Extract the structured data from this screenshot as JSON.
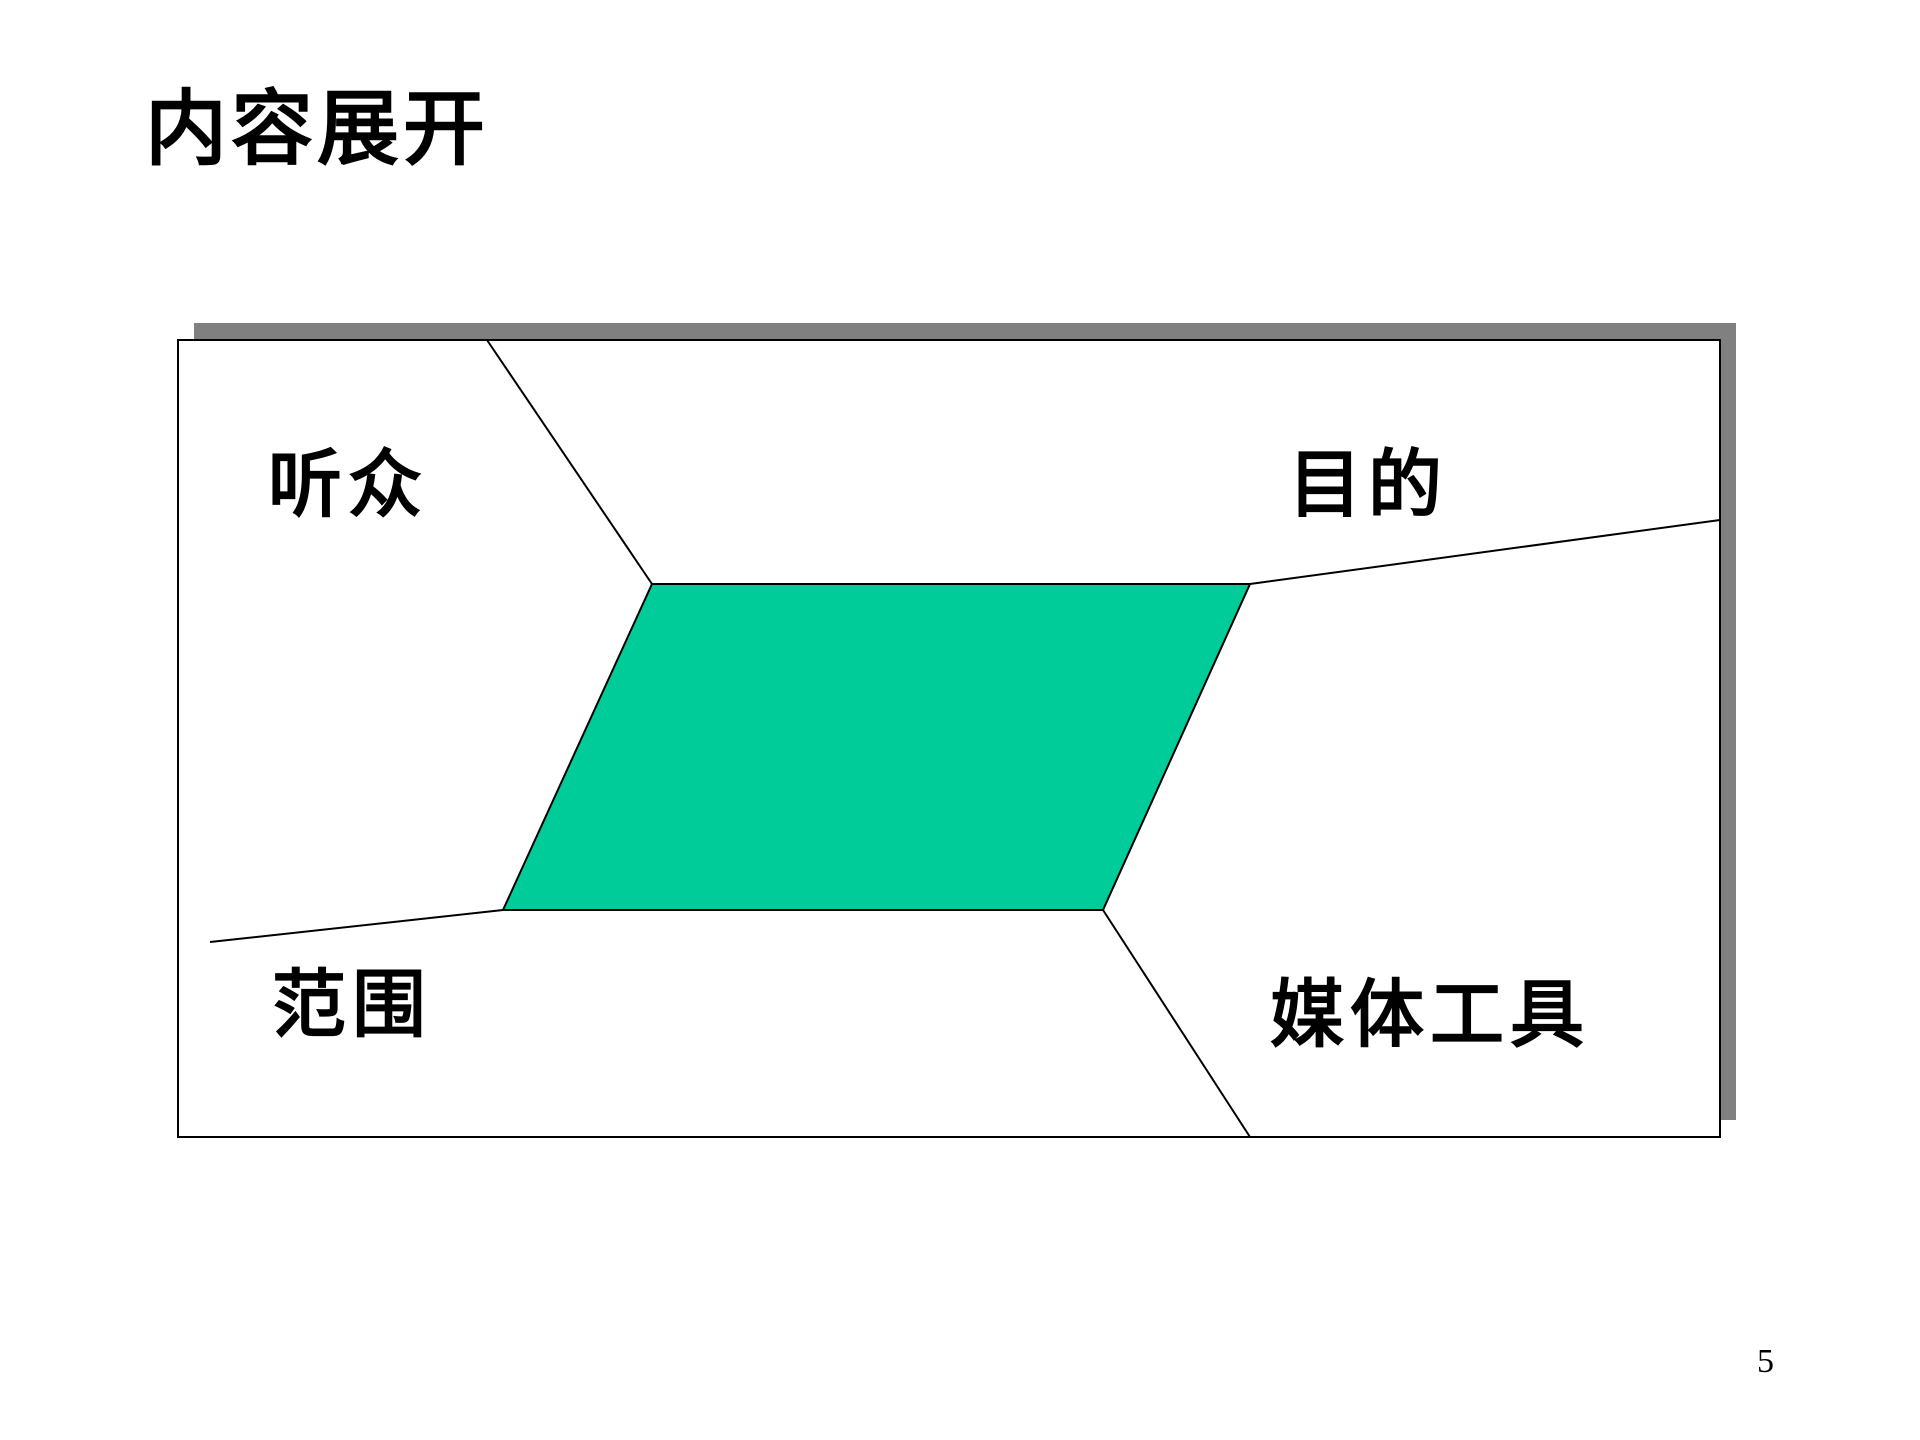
{
  "slide": {
    "title": "内容展开",
    "page_number": "5"
  },
  "diagram": {
    "labels": {
      "top_left": "听众",
      "top_right": "目的",
      "bottom_left": "范围",
      "bottom_right": "媒体工具"
    },
    "colors": {
      "center_fill": "#00CC99",
      "frame_shadow": "#808080",
      "frame_border": "#000000",
      "background": "#FFFFFF"
    }
  }
}
